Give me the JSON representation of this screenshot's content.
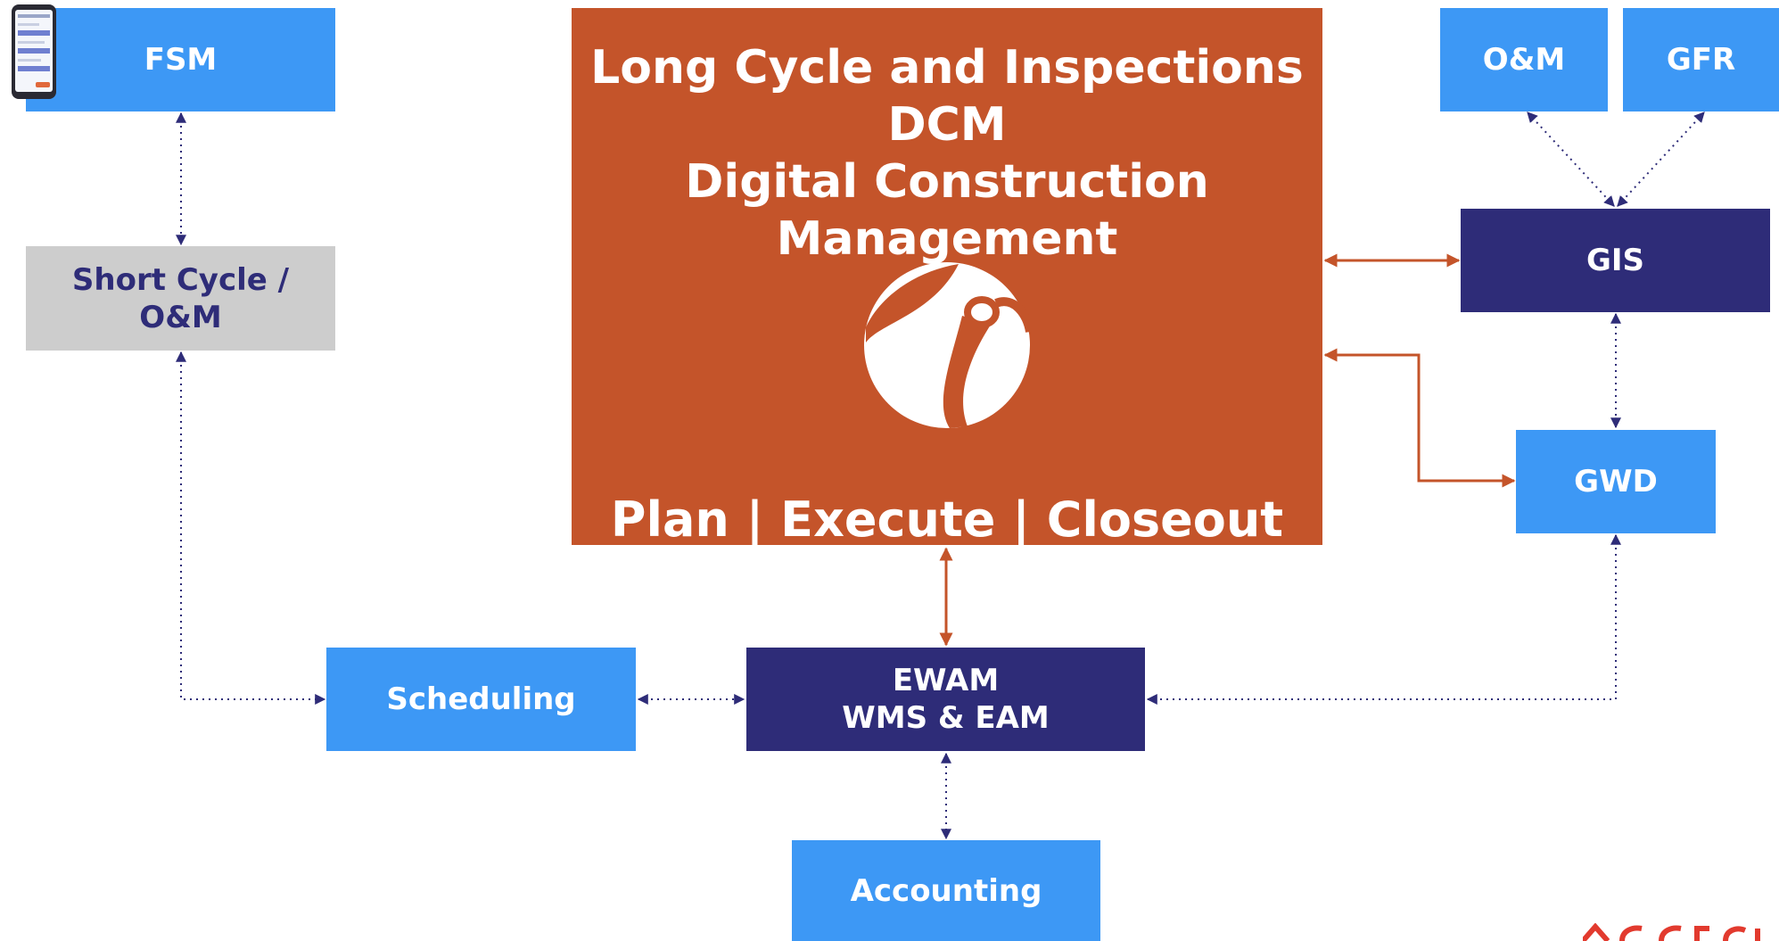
{
  "colors": {
    "light_blue": "#3d98f5",
    "dark_navy": "#2e2c78",
    "gray": "#cdcdcd",
    "orange": "#c4542a",
    "red": "#e23a2e"
  },
  "nodes": {
    "fsm": "FSM",
    "short_cycle": {
      "line1": "Short Cycle /",
      "line2": "O&M"
    },
    "om": "O&M",
    "gfr": "GFR",
    "gis": "GIS",
    "gwd": "GWD",
    "scheduling": "Scheduling",
    "ewam": {
      "line1": "EWAM",
      "line2": "WMS & EAM"
    },
    "accounting": "Accounting"
  },
  "dcm": {
    "title_lines": [
      "Long Cycle and Inspections",
      "DCM",
      "Digital Construction",
      "Management"
    ],
    "subtitle": "Plan | Execute | Closeout",
    "logo_icon": "helmet-logo-icon"
  },
  "icons": {
    "phone": "mobile-phone-icon"
  },
  "connectors": [
    {
      "from": "FSM",
      "to": "Short Cycle / O&M",
      "style": "dotted",
      "direction": "both"
    },
    {
      "from": "Short Cycle / O&M",
      "to": "Scheduling",
      "style": "dotted",
      "direction": "both"
    },
    {
      "from": "Scheduling",
      "to": "EWAM",
      "style": "dotted",
      "direction": "both"
    },
    {
      "from": "EWAM",
      "to": "Accounting",
      "style": "dotted",
      "direction": "both"
    },
    {
      "from": "EWAM",
      "to": "GWD",
      "style": "dotted",
      "direction": "both"
    },
    {
      "from": "GWD",
      "to": "GIS",
      "style": "dotted",
      "direction": "both"
    },
    {
      "from": "GIS",
      "to": "O&M",
      "style": "dotted",
      "direction": "both"
    },
    {
      "from": "GIS",
      "to": "GFR",
      "style": "dotted",
      "direction": "both"
    },
    {
      "from": "DCM",
      "to": "GIS",
      "style": "solid",
      "direction": "both"
    },
    {
      "from": "DCM",
      "to": "GWD",
      "style": "solid",
      "direction": "both"
    },
    {
      "from": "DCM",
      "to": "EWAM",
      "style": "solid",
      "direction": "both"
    }
  ]
}
